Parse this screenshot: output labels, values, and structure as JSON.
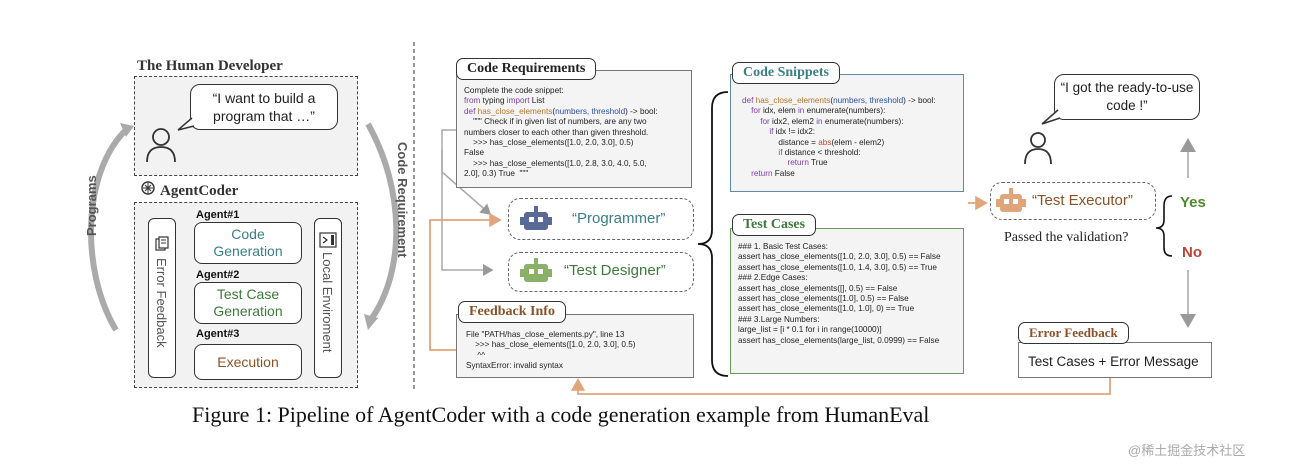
{
  "left": {
    "human_title": "The Human Developer",
    "human_bubble": "“I want to build a program that …”",
    "agentcoder_title": "AgentCoder",
    "agents": [
      {
        "label": "Agent#1",
        "name": "Code Generation"
      },
      {
        "label": "Agent#2",
        "name": "Test Case Generation"
      },
      {
        "label": "Agent#3",
        "name": "Execution"
      }
    ],
    "error_feedback": "Error Feedback",
    "local_env": "Local Enviroment",
    "programs": "Programs",
    "code_requirement": "Code Requirement"
  },
  "code_requirements": {
    "title": "Code Requirements",
    "lines": [
      "Complete the code snippet:",
      "from typing import List",
      "def has_close_elements(numbers, threshold) -> bool:",
      "    \"\"\" Check if in given list of numbers, are any two",
      "numbers closer to each other than given threshold.",
      "    >>> has_close_elements([1.0, 2.0, 3.0], 0.5)",
      "False",
      "    >>> has_close_elements([1.0, 2.8, 3.0, 4.0, 5.0,",
      "2.0], 0.3) True  \"\"\""
    ]
  },
  "roles": {
    "programmer": "“Programmer”",
    "test_designer": "“Test Designer”",
    "test_executor": "“Test Executor”"
  },
  "feedback_info": {
    "title": "Feedback Info",
    "lines": [
      "File \"PATH/has_close_elements.py\", line 13",
      "    >>> has_close_elements([1.0, 2.0, 3.0], 0.5)",
      "     ^^",
      "SyntaxError: invalid syntax"
    ]
  },
  "code_snippets": {
    "title": "Code Snippets",
    "lines": [
      "def has_close_elements(numbers, threshold) -> bool:",
      "    for idx, elem in enumerate(numbers):",
      "        for idx2, elem2 in enumerate(numbers):",
      "            if idx != idx2:",
      "                distance = abs(elem - elem2)",
      "                if distance < threshold:",
      "                    return True",
      "    return False"
    ]
  },
  "test_cases": {
    "title": "Test Cases",
    "lines": [
      "### 1. Basic Test Cases:",
      "assert has_close_elements([1.0, 2.0, 3.0], 0.5) == False",
      "assert has_close_elements([1.0, 1.4, 3.0], 0.5) == True",
      "",
      "### 2.Edge Cases:",
      "assert has_close_elements([], 0.5) == False",
      "assert has_close_elements([1.0], 0.5) == False",
      "assert has_close_elements([1.0, 1.0], 0) == True",
      "",
      "### 3.Large Numbers:",
      "large_list = [i * 0.1 for i in range(10000)]",
      "assert has_close_elements(large_list, 0.0999) == False"
    ]
  },
  "right": {
    "user_bubble": "“I got the ready-to-use code !”",
    "passed_question": "Passed the validation?",
    "yes": "Yes",
    "no": "No",
    "error_feedback_title": "Error Feedback",
    "error_feedback_body": "Test Cases + Error Message"
  },
  "caption": "Figure 1: Pipeline of AgentCoder with a code generation example from HumanEval",
  "watermark": "@稀土掘金技术社区",
  "colors": {
    "teal": "#3a7f86",
    "green": "#3c7a3a",
    "brown": "#8a5226",
    "yes": "#4e8a2e",
    "no": "#b8473a",
    "orange_arrow": "#e0a57a"
  }
}
